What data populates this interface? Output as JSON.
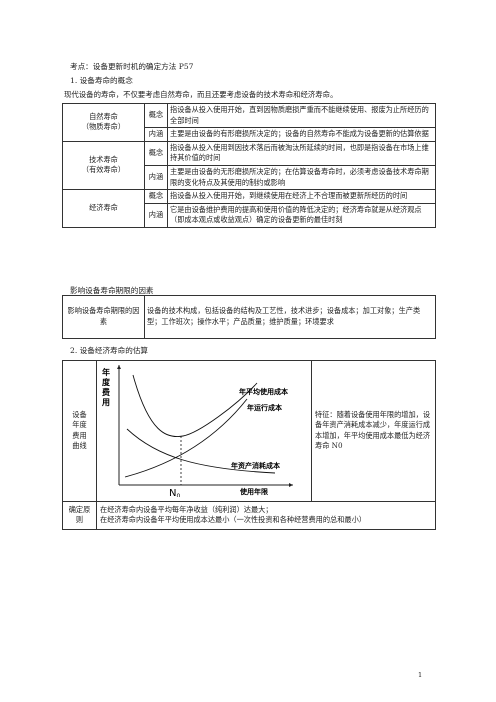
{
  "intro": {
    "topic_line": "考点：设备更新时机的确定方法  P57",
    "section1_heading": "1. 设备寿命的概念",
    "section1_text": "现代设备的寿命，不仅要考虑自然寿命，而且还要考虑设备的技术寿命和经济寿命。"
  },
  "life_table": {
    "rows": [
      {
        "name_line1": "自然寿命",
        "name_line2": "（物质寿命）",
        "concept_label": "概念",
        "concept_text": "指设备从投入使用开始，直到因物质磨损严重而不能继续使用、报废为止所经历的全部时间",
        "connotation_label": "内涵",
        "connotation_text": "主要是由设备的有形磨损所决定的；设备的自然寿命不能成为设备更新的估算依据"
      },
      {
        "name_line1": "技术寿命",
        "name_line2": "（有效寿命）",
        "concept_label": "概念",
        "concept_text": "指设备从投入使用到因技术落后而被淘汰所延续的时间，也即是指设备在市场上维持其价值的时间",
        "connotation_label": "内涵",
        "connotation_text": "主要是由设备的无形磨损所决定的；在估算设备寿命时，必须考虑设备技术寿命期限的变化特点及其使用的制约或影响"
      },
      {
        "name_line1": "经济寿命",
        "name_line2": "",
        "concept_label": "概念",
        "concept_text": "指设备从投入使用开始，到继续使用在经济上不合理而被更新所经历的时间",
        "connotation_label": "内涵",
        "connotation_text": "它是由设备维护费用的提高和使用价值的降低决定的；经济寿命就是从经济观点（即成本观点或收益观点）确定的设备更新的最佳时刻"
      }
    ]
  },
  "factors": {
    "heading": "影响设备寿命期限的因素",
    "label": "影响设备寿命期限的因素",
    "text": "设备的技术构成，包括设备的结构及工艺性，技术进步；设备成本；加工对象；生产类型；工作班次；操作水平；产品质量；维护质量；环境要求"
  },
  "estimation": {
    "heading": "2. 设备经济寿命的估算",
    "left_label": "设备年度费用曲线",
    "features_text": "特征：随着设备使用年限的增加，设备年资产消耗成本减少，年度运行成本增加，年平均使用成本最低为经济寿命 N0",
    "principle_label": "确定原则",
    "principle_line1": "在经济寿命内设备平均每年净收益（纯利润）达最大；",
    "principle_line2": "在经济寿命内设备年平均使用成本达最小（一次性投资和各种经营费用的总和最小）"
  },
  "chart_data": {
    "type": "line",
    "ylabel": "年度费用",
    "xlabel": "使用年限",
    "x_marker": "N0",
    "series": [
      {
        "name": "年平均使用成本",
        "shape": "U-shaped, minimum at N0"
      },
      {
        "name": "年运行成本",
        "shape": "increasing"
      },
      {
        "name": "年资产消耗成本",
        "shape": "decreasing"
      }
    ],
    "colors": {
      "axis": "#222222",
      "curve": "#111111"
    }
  },
  "page_number": "1"
}
